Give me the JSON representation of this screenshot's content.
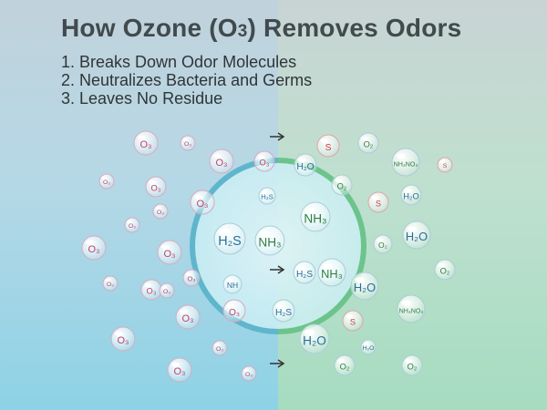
{
  "title": {
    "prefix": "How Ozone (O",
    "subscript": "3",
    "suffix": ") Removes Odors"
  },
  "points": [
    "1. Breaks Down Odor Molecules",
    "2. Neutralizes Bacteria and Germs",
    "3. Leaves No Residue"
  ],
  "colors": {
    "ozone_text": "#c2416d",
    "sulfur_text": "#d13b3b",
    "neutral_text": "#2f7d45",
    "water_text": "#2a6f9b",
    "ring": "#5ab0c6",
    "ring_right": "#6cc28a",
    "arrow": "#333333",
    "left_bg": "#87cfe4",
    "right_bg": "#a9dcbf"
  },
  "icons": {
    "arrow": "right-arrow-icon"
  },
  "molecules": [
    {
      "label": "O₃",
      "kind": "ozone"
    },
    {
      "label": "S",
      "kind": "sulfur"
    },
    {
      "label": "O₂",
      "kind": "neutral"
    },
    {
      "label": "H₂O",
      "kind": "water"
    },
    {
      "label": "H₂S",
      "kind": "water"
    },
    {
      "label": "NH₃",
      "kind": "neutral"
    },
    {
      "label": "NH₄NO₃",
      "kind": "neutral"
    },
    {
      "label": "NH",
      "kind": "water"
    }
  ]
}
